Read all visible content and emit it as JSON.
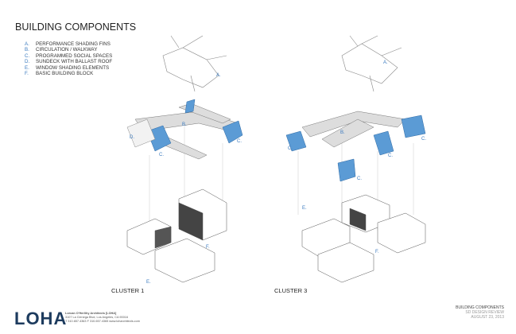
{
  "title": "BUILDING COMPONENTS",
  "legend": [
    {
      "key": "A.",
      "label": "PERFORMANCE SHADING FINS"
    },
    {
      "key": "B.",
      "label": "CIRCULATION / WALKWAY"
    },
    {
      "key": "C.",
      "label": "PROGRAMMED SOCIAL SPACES"
    },
    {
      "key": "D.",
      "label": "SUNDECK WITH BALLAST ROOF"
    },
    {
      "key": "E.",
      "label": "WINDOW SHADING ELEMENTS"
    },
    {
      "key": "F.",
      "label": "BASIC BUILDING BLOCK"
    }
  ],
  "clusters": [
    "CLUSTER 1",
    "CLUSTER 3"
  ],
  "diagram_labels": {
    "a": "A.",
    "b": "B.",
    "c": "C.",
    "d": "D.",
    "e": "E.",
    "f": "F."
  },
  "logo": "LOHA",
  "firm": [
    "Lorcan O'Herlihy Architects [LOHA]",
    "3107 La Cienega Blvd, Los Angeles, CA 90016",
    "T 310.657.4363 F 310.657.4365 www.loharchitects.com"
  ],
  "titleblock": [
    "BUILDING COMPONENTS",
    "SD DESIGN REVIEW",
    "AUGUST 23, 2013"
  ],
  "colors": {
    "accent": "#3a7abf",
    "blue_volume": "#5b9bd5",
    "logo": "#1d3b5e"
  }
}
